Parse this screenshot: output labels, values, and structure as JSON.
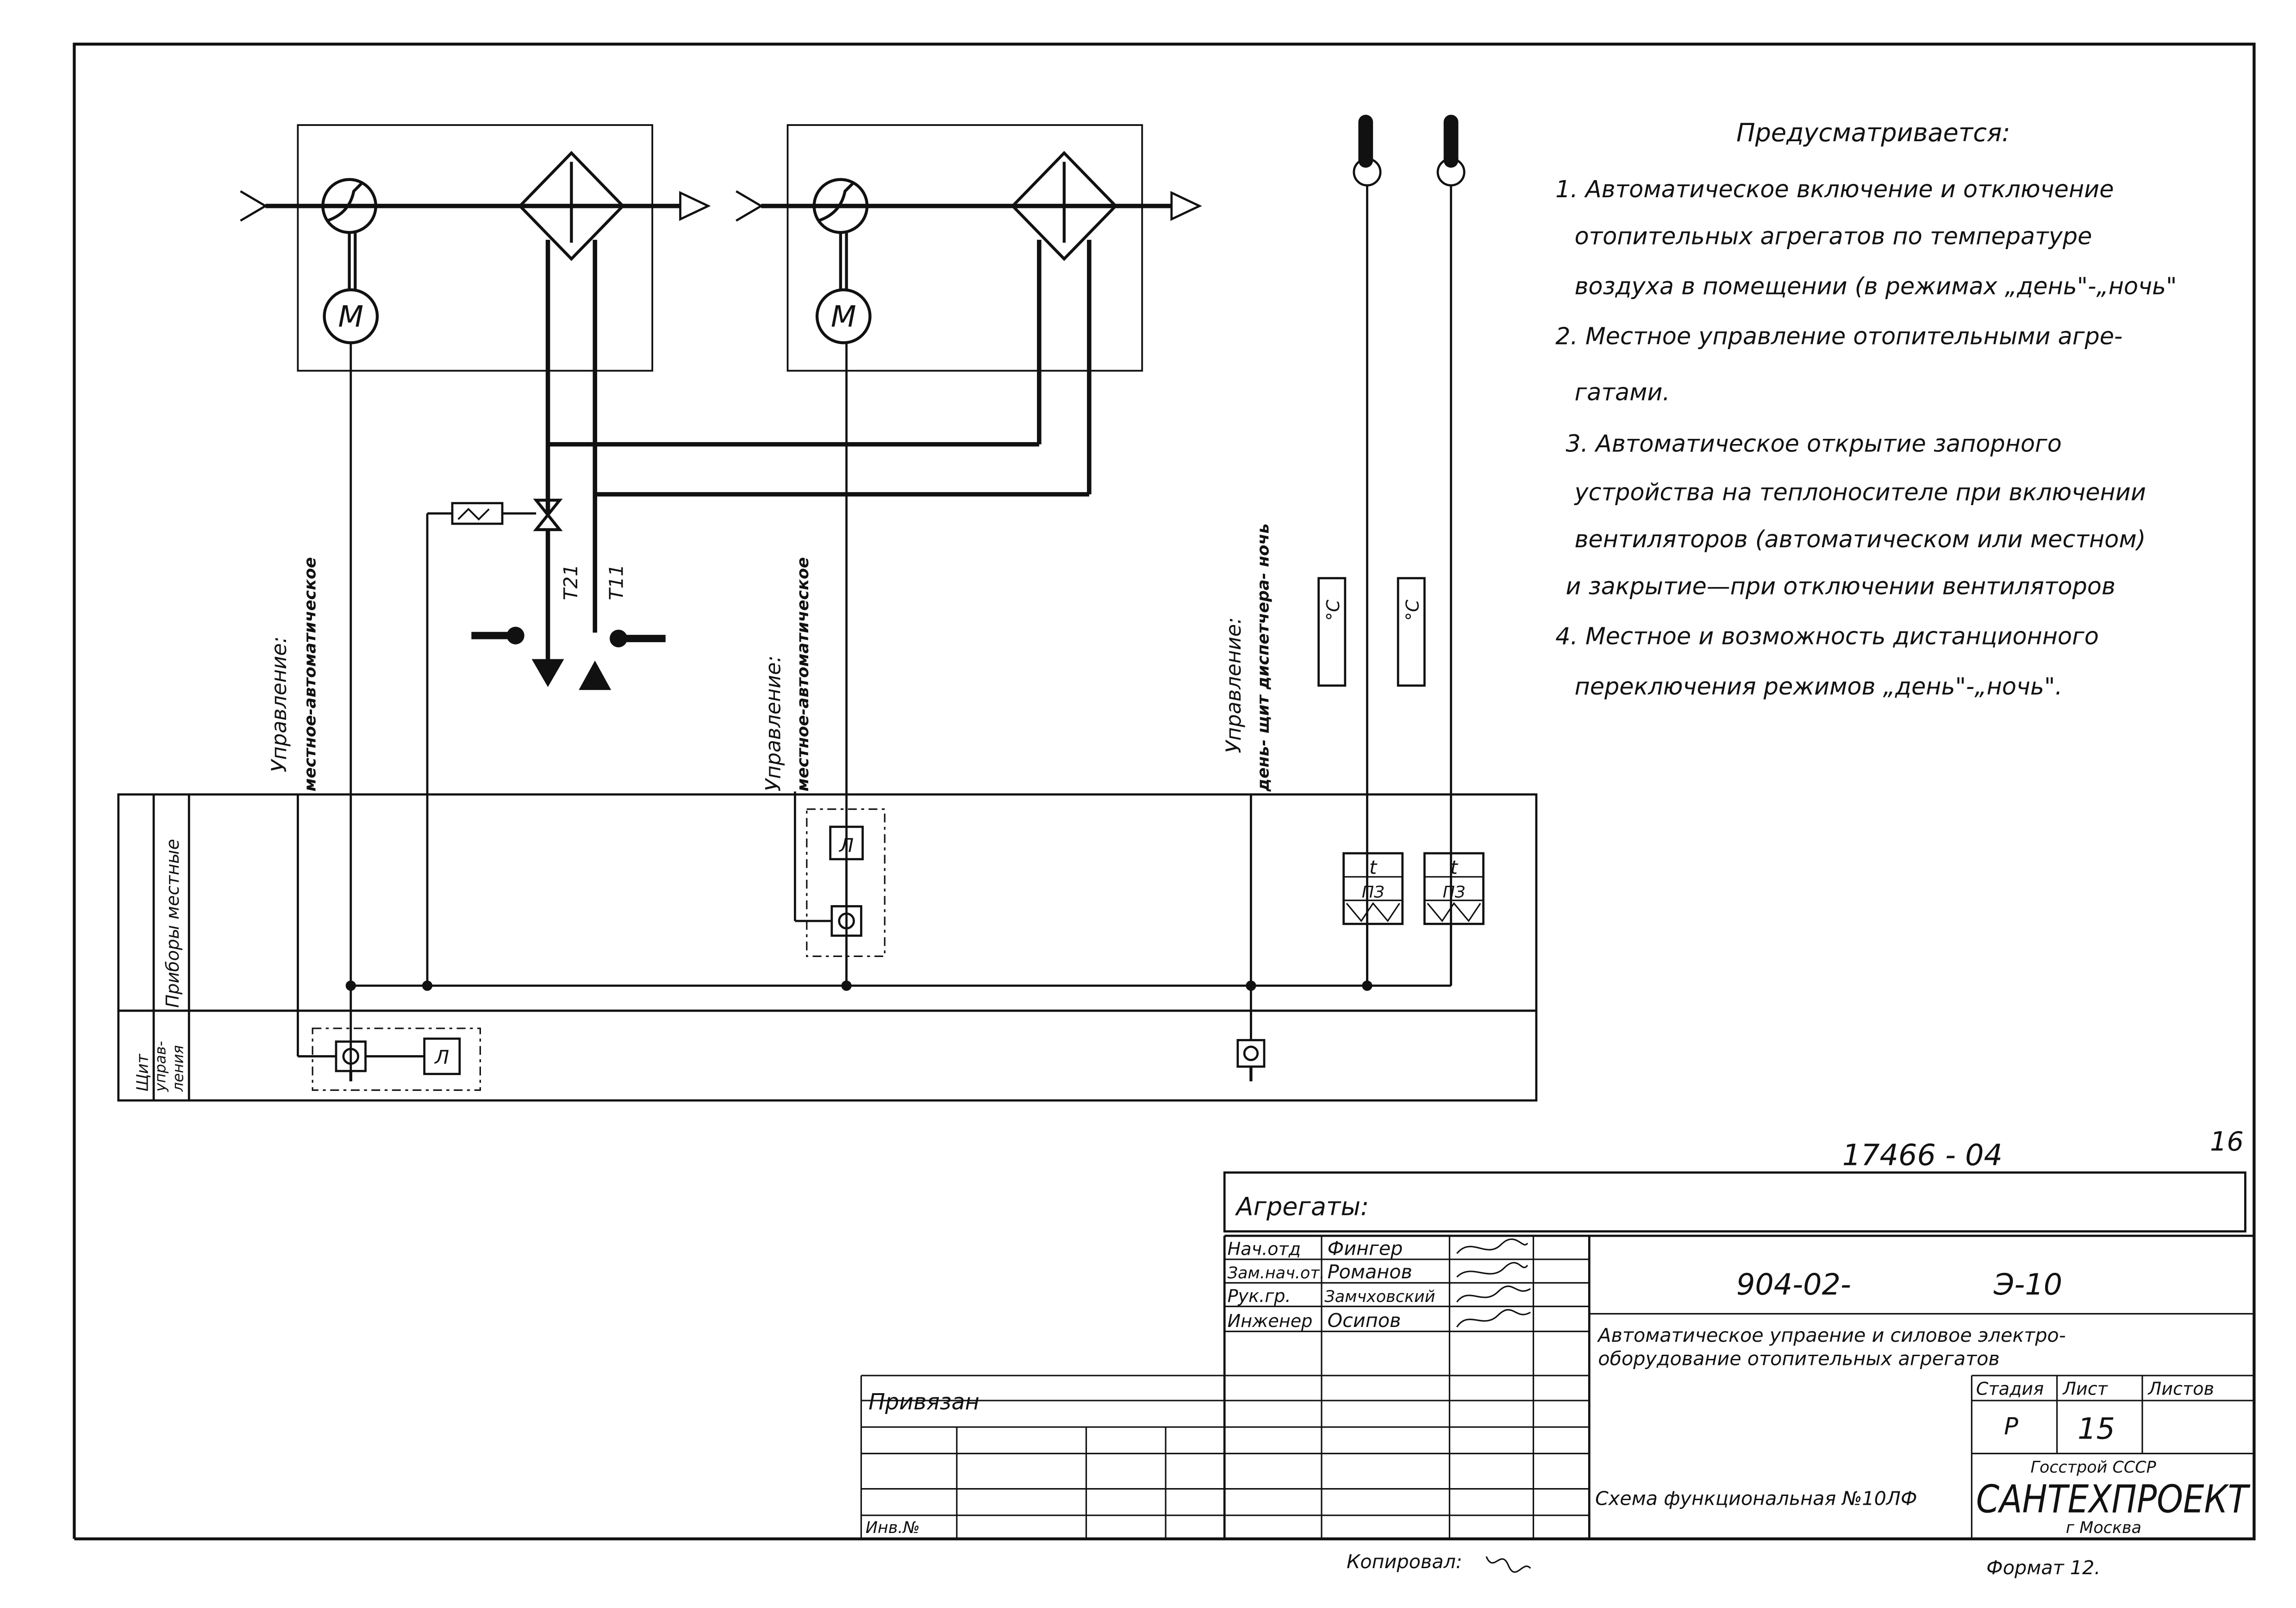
{
  "notes": {
    "heading": "Предусматривается:",
    "lines": [
      "1. Автоматическое включение и отключение",
      "отопительных агрегатов по температуре",
      "воздуха в помещении (в режимах „день\"-„ночь\"",
      "2. Местное управление отопительными агре-",
      "гатами.",
      "3. Автоматическое открытие запорного",
      "устройства на теплоносителе при включении",
      "вентиляторов (автоматическом или местном)",
      "и закрытие—при отключении вентиляторов",
      "4. Местное и возможность дистанционного",
      "переключения режимов „день\"-„ночь\"."
    ]
  },
  "diagram": {
    "motor_label": "M",
    "supply_label": "T21",
    "return_label": "T11",
    "control_1": [
      "Управление:",
      "местное-автоматическое"
    ],
    "control_2": [
      "Управление:",
      "местное-автоматическое"
    ],
    "control_3": [
      "Управление:",
      "день- щит диспетчера- ночь"
    ],
    "sensor_label": "°C",
    "relay_letter": "Л",
    "thermostat_t": "t",
    "thermostat_code": "ПЗ",
    "row_local": "Приборы местные",
    "row_panel": [
      "Щит",
      "упрaв-",
      "ления"
    ]
  },
  "title_block": {
    "doc_code": "17466 - 04",
    "sheet_corner": "16",
    "units_label": "Агрегаты:",
    "roles": [
      "Нач.отд",
      "Зам.нач.от.",
      "Рук.гр.",
      "Инженер"
    ],
    "names": [
      "Фингер",
      "Романов",
      "Замчховский",
      "Осипов"
    ],
    "project_no": "904-02-",
    "drawing_no": "Э-10",
    "title": [
      "Автоматическое упраeние и силовое электро-",
      "оборудование отопительных агрегатов"
    ],
    "stage_hdr": "Стадия",
    "sheet_hdr": "Лист",
    "sheets_hdr": "Листов",
    "stage": "Р",
    "sheet": "15",
    "privyazan": "Привязан",
    "inv": "Инв.№",
    "scheme": "Схема функциональная №10ЛФ",
    "org_top": "Госстрой СССР",
    "org": "САНТЕХПРОЕКТ",
    "city": "г Москва",
    "copied": "Копировал:",
    "format": "Формат 12."
  }
}
